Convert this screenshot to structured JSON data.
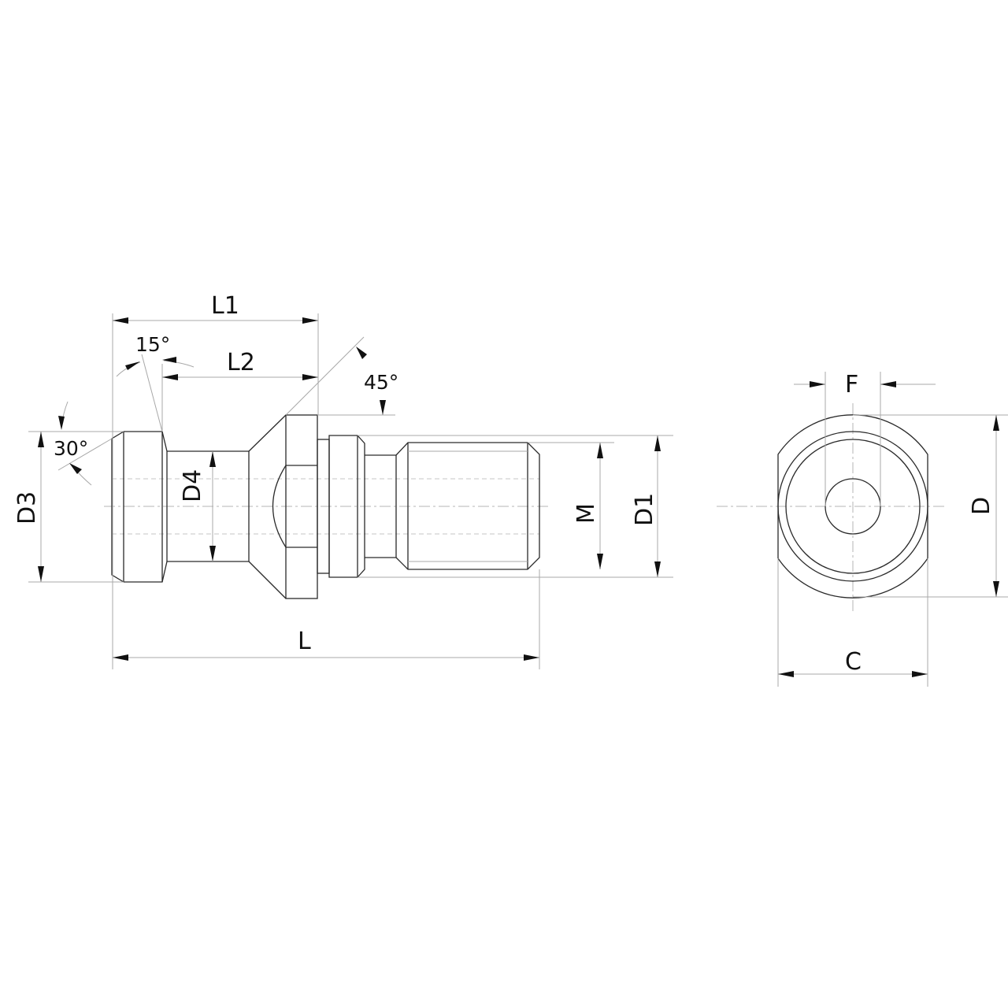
{
  "drawing": {
    "subject": "Retention knob / pull stud technical drawing",
    "views": [
      "side-view",
      "end-view"
    ],
    "colors": {
      "outline": "#2a2a2a",
      "dimension": "#a8a8a8",
      "arrow": "#111111",
      "background": "#ffffff"
    }
  },
  "side_view": {
    "dimensions": {
      "L1": "L1",
      "L2": "L2",
      "L": "L",
      "D3": "D3",
      "D4": "D4",
      "M": "M",
      "D1": "D1"
    },
    "angles": {
      "a15": "15°",
      "a30": "30°",
      "a45": "45°"
    }
  },
  "end_view": {
    "dimensions": {
      "F": "F",
      "D": "D",
      "C": "C"
    }
  }
}
